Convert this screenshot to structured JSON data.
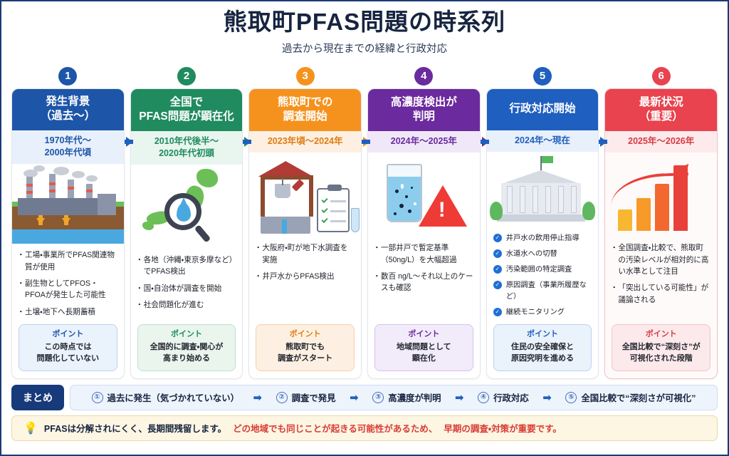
{
  "header": {
    "title": "熊取町PFAS問題の時系列",
    "subtitle": "過去から現在までの経緯と行政対応"
  },
  "colors": {
    "step1": "#1d55a8",
    "step2": "#1f8b5f",
    "step3": "#f5921e",
    "step4": "#6b2a9e",
    "step5": "#1f5fbf",
    "step6": "#e8434f",
    "navy": "#173a7a",
    "note_accent": "#d93b35"
  },
  "steps": [
    {
      "number": "1",
      "title": "発生背景\n（過去〜）",
      "period": "1970年代〜\n2000年代頃",
      "icon": "factory-pollution-icon",
      "bullets": [
        "工場・事業所でPFAS関連物質が使用",
        "副生物としてPFOS・PFOAが発生した可能性",
        "土壌・地下へ長期蓄積"
      ],
      "point_label": "ポイント",
      "point_text": "この時点では\n問題化していない"
    },
    {
      "number": "2",
      "title": "全国で\nPFAS問題が顕在化",
      "period": "2010年代後半〜\n2020年代初頭",
      "icon": "japan-map-magnifier-icon",
      "bullets": [
        "各地（沖縄・東京多摩など）でPFAS検出",
        "国・自治体が調査を開始",
        "社会問題化が進む"
      ],
      "point_label": "ポイント",
      "point_text": "全国的に調査・関心が\n高まり始める"
    },
    {
      "number": "3",
      "title": "熊取町での\n調査開始",
      "period": "2023年頃〜2024年",
      "icon": "well-clipboard-icon",
      "bullets": [
        "大阪府・町が地下水調査を実施",
        "井戸水からPFAS検出"
      ],
      "point_label": "ポイント",
      "point_text": "熊取町でも\n調査がスタート"
    },
    {
      "number": "4",
      "title": "高濃度検出が\n判明",
      "period": "2024年〜2025年",
      "icon": "contaminated-water-warning-icon",
      "bullets": [
        "一部井戸で暫定基準（50ng/L）を大幅超過",
        "数百 ng/L〜それ以上のケースも確認"
      ],
      "point_label": "ポイント",
      "point_text": "地域問題として\n顕在化"
    },
    {
      "number": "5",
      "title": "行政対応開始",
      "period": "2024年〜現在",
      "icon": "government-building-icon",
      "checks": [
        "井戸水の飲用停止指導",
        "水道水への切替",
        "汚染範囲の特定調査",
        "原因調査（事業所履歴など）",
        "継続モニタリング"
      ],
      "point_label": "ポイント",
      "point_text": "住民の安全確保と\n原因究明を進める"
    },
    {
      "number": "6",
      "title": "最新状況\n（重要）",
      "period": "2025年〜2026年",
      "icon": "rising-bar-chart-icon",
      "bullets": [
        "全国調査・比較で、熊取町の汚染レベルが相対的に高い水準として注目",
        "「突出している可能性」が議論される"
      ],
      "point_label": "ポイント",
      "point_text": "全国比較で“深刻さ”が\n可視化された段階"
    }
  ],
  "summary": {
    "chip_label": "まとめ",
    "steps": [
      {
        "num": "①",
        "text": "過去に発生（気づかれていない）"
      },
      {
        "num": "②",
        "text": "調査で発見"
      },
      {
        "num": "③",
        "text": "高濃度が判明"
      },
      {
        "num": "④",
        "text": "行政対応"
      },
      {
        "num": "⑤",
        "text": "全国比較で“深刻さが可視化”"
      }
    ],
    "arrow": "➡"
  },
  "note": {
    "icon": "lightbulb-icon",
    "part1": "PFASは分解されにくく、長期間残留します。",
    "part2": "どの地域でも同じことが起きる可能性があるため、",
    "part3": "早期の調査・対策が重要です。"
  },
  "chart_data": {
    "type": "bar",
    "title": "最新状況 汚染レベル傾向",
    "categories": [
      "",
      "",
      "",
      ""
    ],
    "values": [
      30,
      48,
      70,
      100
    ],
    "ylim": [
      0,
      100
    ],
    "xlabel": "",
    "ylabel": "",
    "grid": false,
    "legend": "none",
    "annotations": [
      "上昇トレンド矢印"
    ]
  }
}
